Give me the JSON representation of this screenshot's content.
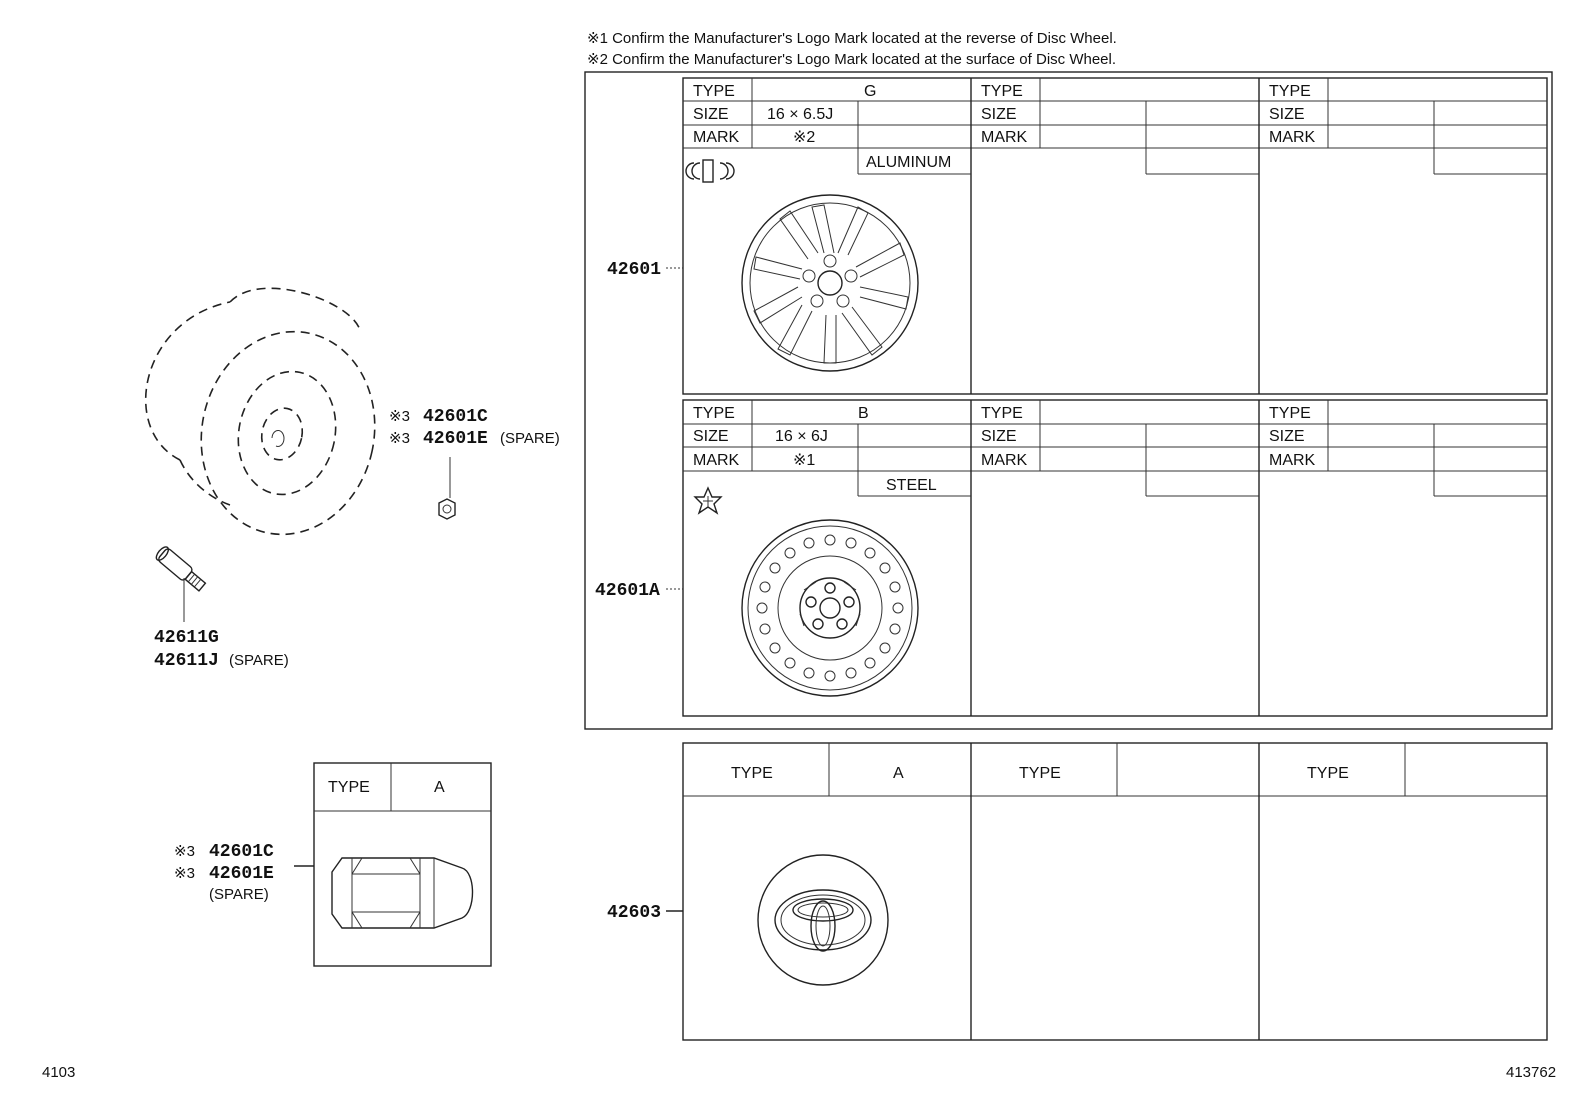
{
  "notes": {
    "n1": "※1  Confirm the Manufacturer's Logo Mark located at the reverse of Disc Wheel.",
    "n2": "※2  Confirm the Manufacturer's Logo Mark located at the surface of Disc Wheel."
  },
  "parts": {
    "wheel_alu": "42601",
    "wheel_steel": "42601A",
    "ornament": "42603",
    "nut_c": "42601C",
    "nut_e": "42601E",
    "valve_g": "42611G",
    "valve_j": "42611J",
    "mark3": "※3",
    "spare_paren": "(SPARE)"
  },
  "labels": {
    "type": "TYPE",
    "size": "SIZE",
    "mark": "MARK"
  },
  "table_alu": {
    "type": "G",
    "size": "16 × 6.5J",
    "mark": "※2",
    "material": "ALUMINUM"
  },
  "table_steel": {
    "type": "B",
    "size": "16 × 6J",
    "mark": "※1",
    "material": "STEEL"
  },
  "table_ornament": {
    "type": "A"
  },
  "table_nut": {
    "type": "A"
  },
  "footer": {
    "left": "4103",
    "right": "413762"
  }
}
